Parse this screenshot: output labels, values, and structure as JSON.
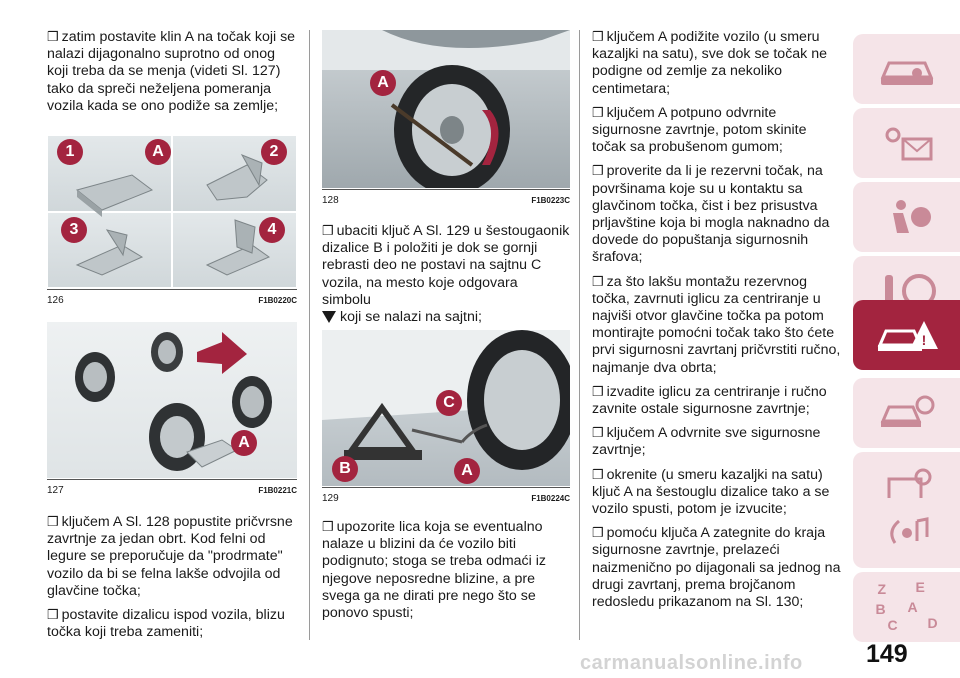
{
  "column1": {
    "para1": "zatim postavite klin A na točak koji se nalazi dijagonalno suprotno od onog koji treba da se menja (videti Sl. 127) tako da spreči neželjena pomeranja vozila kada se ono podiže sa zemlje;",
    "para2": "ključem A Sl. 128 popustite pričvrsne zavrtnje za jedan obrt. Kod felni od legure se preporučuje da \"prodrmate\" vozilo da bi se felna lakše odvojila od glavčine točka;",
    "para3": "postavite dizalicu ispod vozila, blizu točka koji treba zameniti;"
  },
  "column2": {
    "para1": "ubaciti ključ A Sl. 129 u šestougaonik dizalice B i položiti je dok se gornji rebrasti deo ne postavi na sajtnu C vozila, na mesto koje odgovara simbolu",
    "para1_tail": "koji se nalazi na sajtni;",
    "para2": "upozorite lica koja se eventualno nalaze u blizini da će vozilo biti podignuto; stoga se treba odmaći iz njegove neposredne blizine, a pre svega ga ne dirati pre nego što se ponovo spusti;"
  },
  "column3": {
    "para1": "ključem A podižite vozilo (u smeru kazaljki na satu), sve dok se točak ne podigne od zemlje za nekoliko centimetara;",
    "para2": "ključem A potpuno odvrnite sigurnosne zavrtnje, potom skinite točak sa probušenom gumom;",
    "para3": "proverite da li je rezervni točak, na površinama koje su u kontaktu sa glavčinom točka, čist i bez prisustva prljavštine koja bi mogla naknadno da dovede do popuštanja sigurnosnih šrafova;",
    "para4": "za što lakšu montažu rezervnog točka, zavrnuti iglicu za centriranje u najviši otvor glavčine točka pa potom montirajte pomoćni točak tako što ćete prvi sigurnosni zavrtanj pričvrstiti ručno, najmanje dva obrta;",
    "para5": "izvadite iglicu za centriranje i ručno zavnite ostale sigurnosne zavrtnje;",
    "para6": "ključem A odvrnite sve sigurnosne zavrtnje;",
    "para7": "okrenite (u smeru kazaljki na satu) ključ A na šestouglu dizalice tako a se vozilo spusti, potom je izvucite;",
    "para8": "pomoću ključa A zategnite do kraja sigurnosne zavrtnje, prelazeći naizmenično po dijagonali sa jednog na drugi zavrtanj, prema brojčanom redosledu prikazanom na Sl. 130;"
  },
  "checkbox_glyph": "❒",
  "figures": {
    "fig126": {
      "number": "126",
      "code": "F1B0220C",
      "labels": [
        "1",
        "A",
        "2",
        "3",
        "4"
      ]
    },
    "fig127": {
      "number": "127",
      "code": "F1B0221C",
      "labels": [
        "A"
      ]
    },
    "fig128": {
      "number": "128",
      "code": "F1B0223C",
      "labels": [
        "A"
      ]
    },
    "fig129": {
      "number": "129",
      "code": "F1B0224C",
      "labels": [
        "C",
        "B",
        "A"
      ]
    }
  },
  "sidebar_tabs": [
    {
      "icon": "car-dashboard-icon",
      "active": false
    },
    {
      "icon": "warning-lights-icon",
      "active": false
    },
    {
      "icon": "airbag-seat-icon",
      "active": false
    },
    {
      "icon": "key-steering-icon",
      "active": false
    },
    {
      "icon": "emergency-icon",
      "active": true
    },
    {
      "icon": "maintenance-car-icon",
      "active": false
    },
    {
      "icon": "technical-data-icon",
      "active": false
    },
    {
      "icon": "multimedia-icon",
      "active": false
    },
    {
      "icon": "alphabetical-index-icon",
      "active": false
    }
  ],
  "index_letters": [
    "Z",
    "E",
    "B",
    "A",
    "C",
    "D"
  ],
  "page_number": "149",
  "watermark": "carmanualsonline.info",
  "colors": {
    "accent": "#a3243f",
    "tab_inactive": "#f5e4e8"
  }
}
